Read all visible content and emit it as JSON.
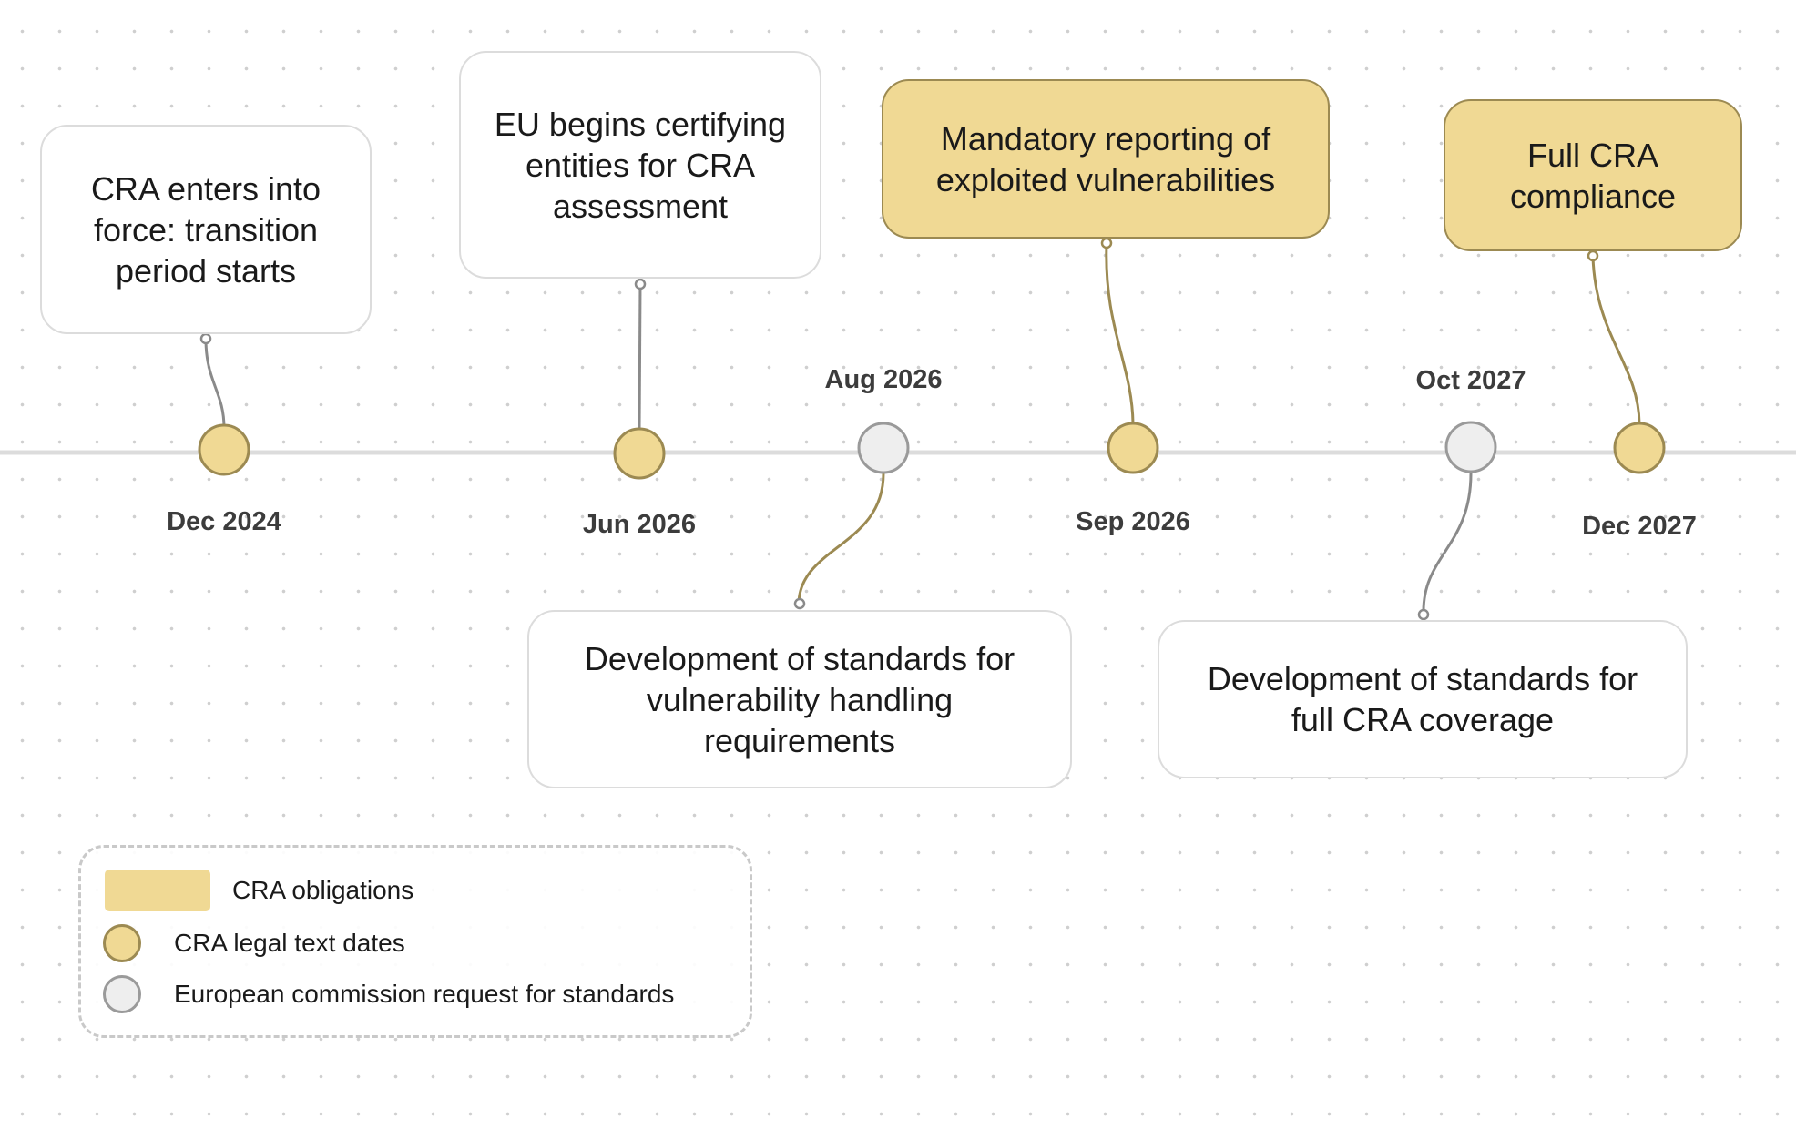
{
  "timeline": {
    "events": [
      {
        "date": "Dec 2024",
        "kind": "legal",
        "text": "CRA enters into force: transition period starts",
        "box_style": "standard"
      },
      {
        "date": "Jun 2026",
        "kind": "legal",
        "text": "EU begins certifying entities for CRA assessment",
        "box_style": "standard"
      },
      {
        "date": "Aug 2026",
        "kind": "commission",
        "text": "Development of standards for vulnerability handling requirements",
        "box_style": "standard"
      },
      {
        "date": "Sep 2026",
        "kind": "legal",
        "text": "Mandatory reporting of exploited vulnerabilities",
        "box_style": "obligation"
      },
      {
        "date": "Oct 2027",
        "kind": "commission",
        "text": "Development of standards for full CRA coverage",
        "box_style": "standard"
      },
      {
        "date": "Dec 2027",
        "kind": "legal",
        "text": "Full CRA compliance",
        "box_style": "obligation"
      }
    ]
  },
  "legend": {
    "obligations": "CRA obligations",
    "legal_dates": "CRA legal text dates",
    "commission": "European commission request for standards"
  },
  "colors": {
    "legal_fill": "#f0d994",
    "legal_stroke": "#9c8a52",
    "commission_fill": "#eeeeee",
    "commission_stroke": "#9a9a9a",
    "obligation_fill": "#f0d994",
    "axis": "#dcdcdc",
    "connector_standard": "#8a8a8a",
    "connector_obligation": "#9c8a52"
  }
}
